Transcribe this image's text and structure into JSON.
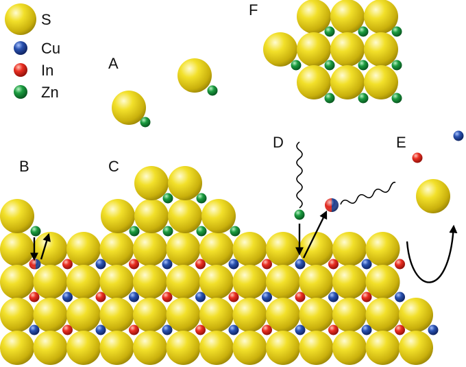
{
  "legend": [
    {
      "symbol": "S",
      "color": "#e7d21a"
    },
    {
      "symbol": "Cu",
      "color": "#1f3f8f"
    },
    {
      "symbol": "In",
      "color": "#e0261c"
    },
    {
      "symbol": "Zn",
      "color": "#17913a"
    }
  ],
  "panel_labels": [
    "A",
    "B",
    "C",
    "D",
    "E",
    "F"
  ],
  "colors": {
    "S": "#e7d21a",
    "Cu": "#1f3f8f",
    "In": "#e0261c",
    "Zn": "#17913a",
    "arrow": "#000000"
  }
}
